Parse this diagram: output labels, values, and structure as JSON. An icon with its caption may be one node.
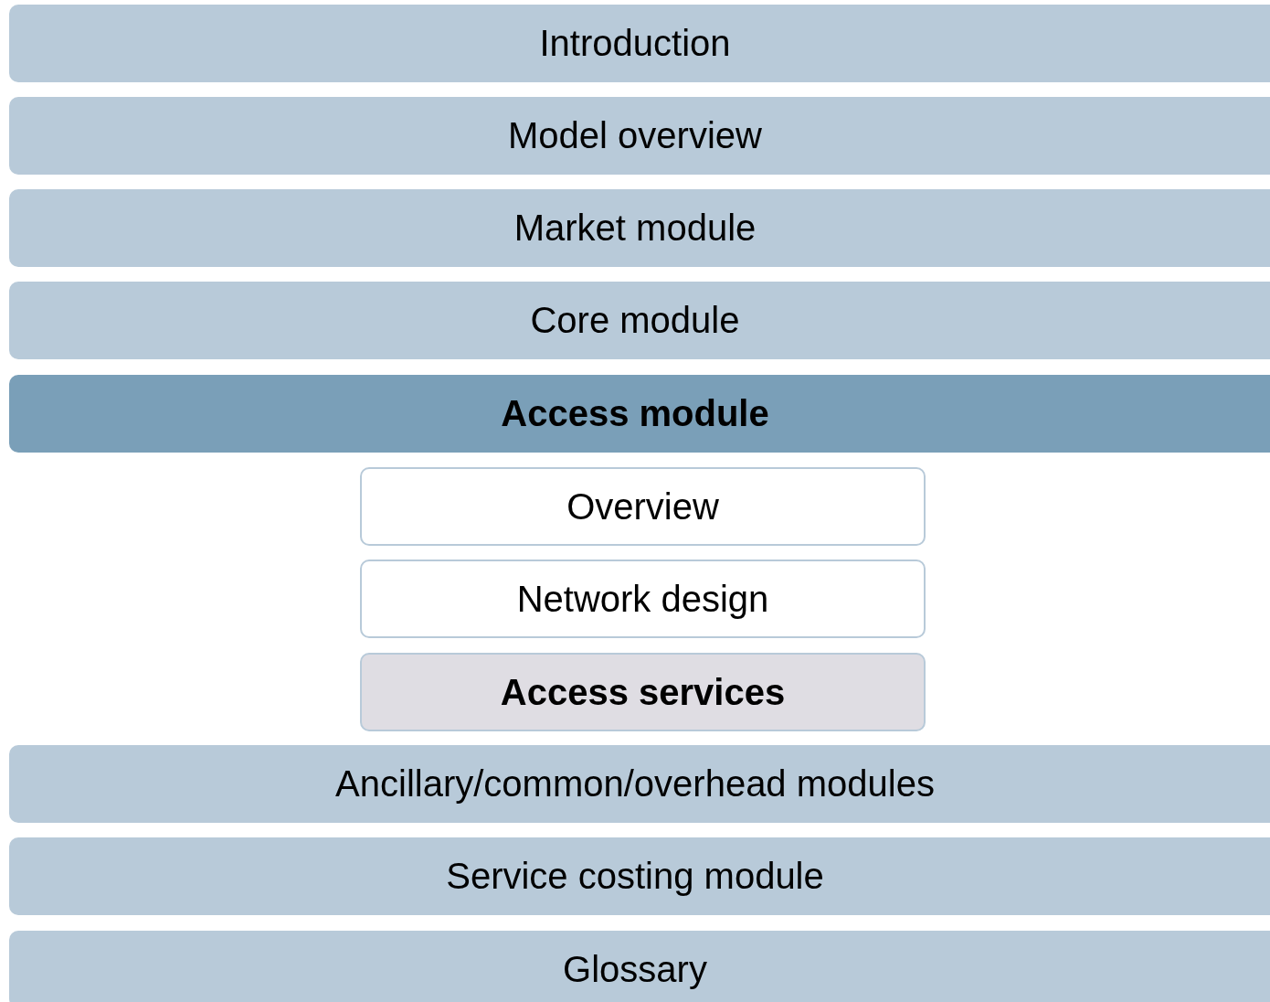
{
  "diagram": {
    "nodes": [
      {
        "text": [
          "Introduction"
        ]
      },
      {
        "text": [
          "Model overview"
        ]
      },
      {
        "text": [
          "Market module"
        ]
      },
      {
        "text": [
          "Core module"
        ]
      },
      {
        "text": [
          "Access module"
        ]
      },
      {
        "text": [
          "Overview"
        ]
      },
      {
        "text": [
          "Network design"
        ]
      },
      {
        "text": [
          "Access services"
        ]
      },
      {
        "text": [
          "Ancillary/common/overhead modules"
        ]
      },
      {
        "text": [
          "Service costing module"
        ]
      },
      {
        "text": [
          "Glossary"
        ]
      }
    ]
  }
}
